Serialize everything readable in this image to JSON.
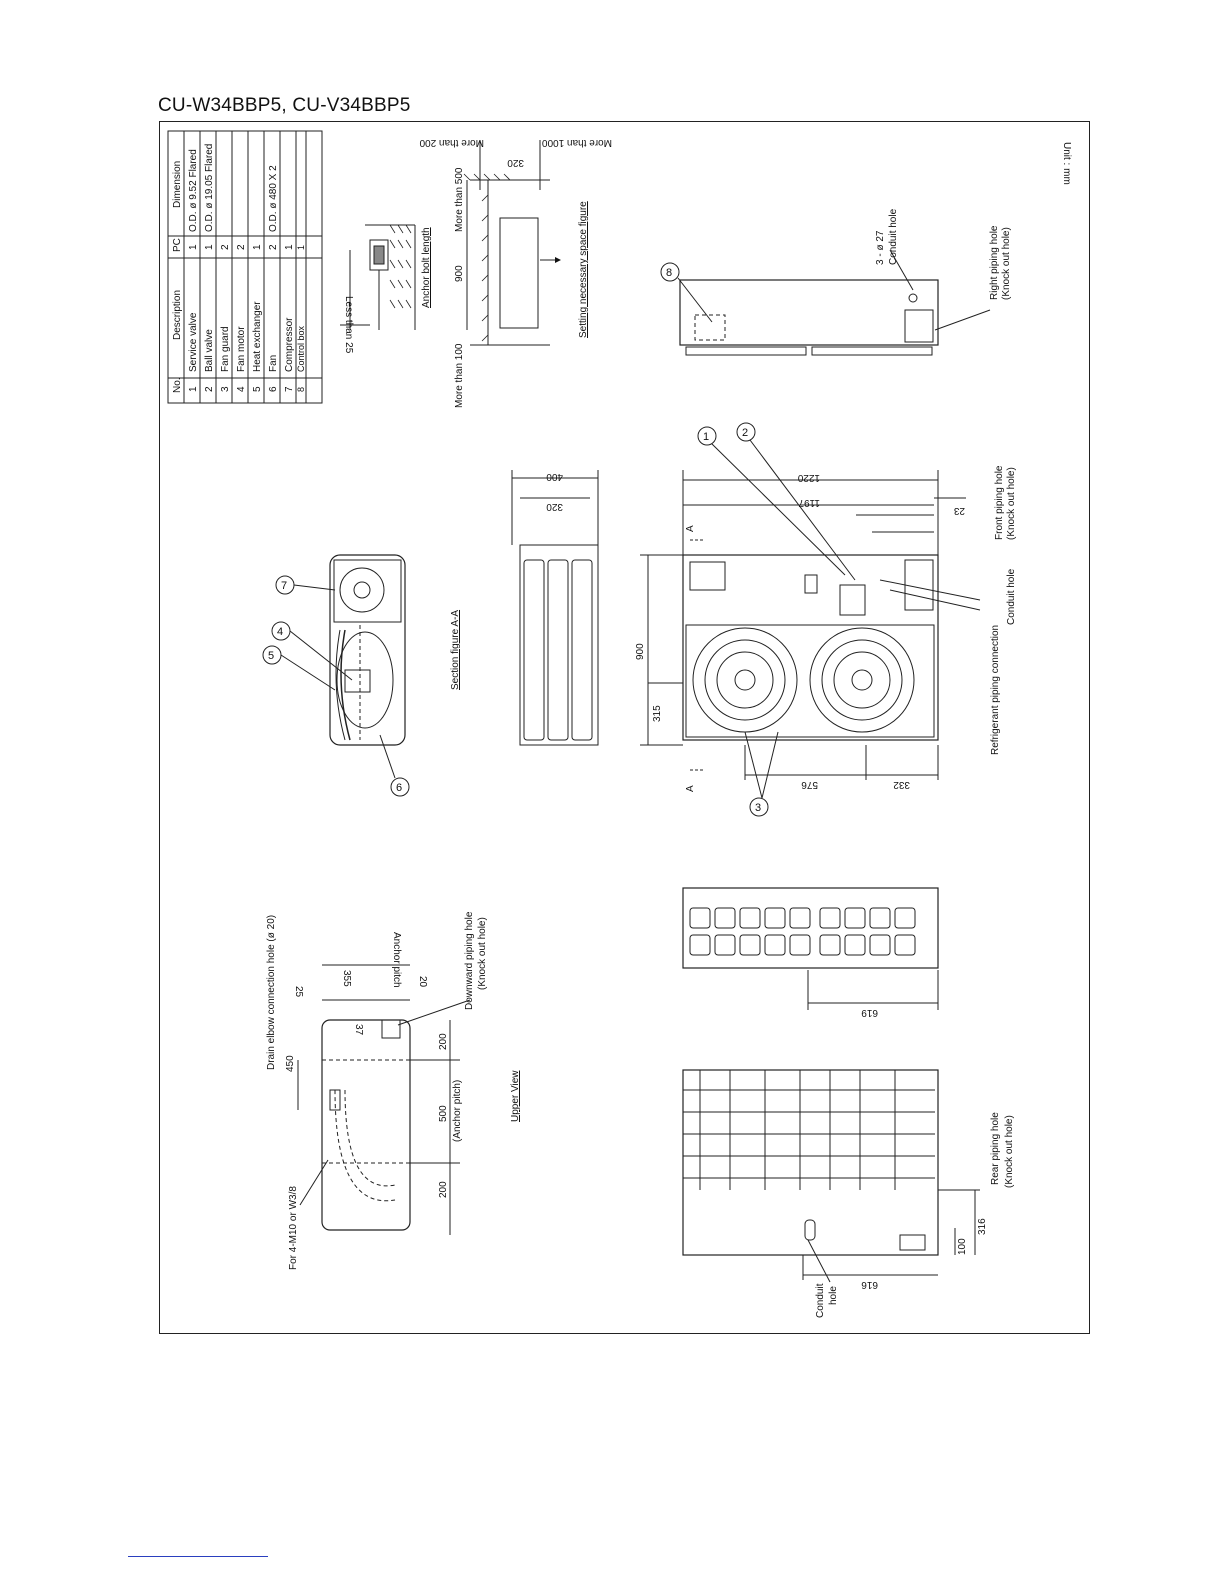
{
  "page": {
    "title": "CU-W34BBP5, CU-V34BBP5",
    "unit_label": "Unit : mm"
  },
  "parts_table": {
    "headers": [
      "No.",
      "Description",
      "PC",
      "Dimension"
    ],
    "rows": [
      {
        "no": "1",
        "description": "Service valve",
        "pc": "1",
        "dimension": "O.D. ø 9.52 Flared"
      },
      {
        "no": "2",
        "description": "Ball valve",
        "pc": "1",
        "dimension": "O.D. ø 19.05 Flared"
      },
      {
        "no": "3",
        "description": "Fan guard",
        "pc": "2",
        "dimension": ""
      },
      {
        "no": "4",
        "description": "Fan motor",
        "pc": "2",
        "dimension": ""
      },
      {
        "no": "5",
        "description": "Heat exchanger",
        "pc": "1",
        "dimension": ""
      },
      {
        "no": "6",
        "description": "Fan",
        "pc": "2",
        "dimension": "O.D. ø 480 X 2"
      },
      {
        "no": "7",
        "description": "Compressor",
        "pc": "1",
        "dimension": ""
      },
      {
        "no": "8",
        "description": "Control box",
        "pc": "1",
        "dimension": ""
      }
    ]
  },
  "anchor_bolt": {
    "title": "Anchor bolt length",
    "dim": "Less than 25"
  },
  "space_figure": {
    "title": "Setting necessary space figure",
    "more_than_200": "More than 200",
    "d320": "320",
    "more_than_1000": "More than 1000",
    "more_than_500": "More than 500",
    "d900": "900",
    "more_than_100": "More than 100"
  },
  "section_aa": {
    "title": "Section figure A-A",
    "callouts": [
      "7",
      "4",
      "5",
      "6"
    ]
  },
  "side_small": {
    "d400": "400",
    "d320": "320"
  },
  "front_view": {
    "d1220": "1220",
    "d1197": "1197",
    "d23": "23",
    "d900": "900",
    "d315": "315",
    "d576": "576",
    "d332": "332",
    "marker_a": "A",
    "callouts": [
      "1",
      "2",
      "3"
    ],
    "front_piping_hole": "Front piping hole",
    "knock_out_hole": "(Knock out hole)",
    "conduit_hole": "Conduit hole",
    "refrigerant_piping": "Refrigerant piping connection"
  },
  "right_view": {
    "callout": "8",
    "conduit": "3 - ø 27",
    "conduit_hole": "Conduit hole",
    "right_piping_hole": "Right piping hole",
    "knock_out_hole": "(Knock out hole)"
  },
  "upper_view": {
    "title": "Upper View",
    "drain_elbow": "Drain elbow connection hole (ø 20)",
    "d450": "450",
    "d25": "25",
    "d355": "355",
    "anchor_pitch_label": "Anchor pitch",
    "d20": "20",
    "d37": "37",
    "d200a": "200",
    "d500": "500",
    "anchor_pitch_paren": "(Anchor pitch)",
    "d200b": "200",
    "downward_piping": "Downward piping hole",
    "knock_out_hole": "(Knock out hole)",
    "for_bolt": "For 4-M10 or W3/8"
  },
  "left_view": {
    "d619": "619"
  },
  "rear_view": {
    "d616": "616",
    "d316": "316",
    "d100": "100",
    "conduit": "Conduit",
    "hole": "hole",
    "rear_piping_hole": "Rear piping hole",
    "knock_out_hole": "(Knock out hole)"
  }
}
